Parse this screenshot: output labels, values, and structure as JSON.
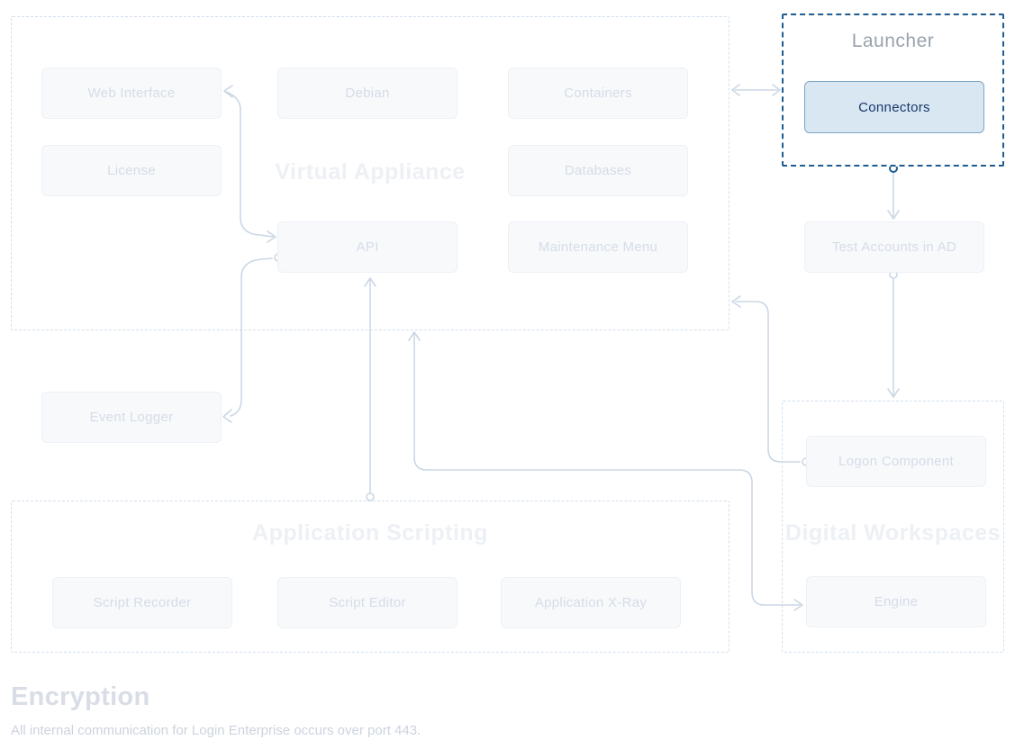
{
  "diagram": {
    "groups": {
      "virtual_appliance": {
        "title": "Virtual Appliance"
      },
      "launcher": {
        "title": "Launcher"
      },
      "application_scripting": {
        "title": "Application Scripting"
      },
      "digital_workspaces": {
        "title": "Digital Workspaces"
      }
    },
    "nodes": {
      "web_interface": {
        "label": "Web Interface"
      },
      "debian": {
        "label": "Debian"
      },
      "containers": {
        "label": "Containers"
      },
      "license": {
        "label": "License"
      },
      "databases": {
        "label": "Databases"
      },
      "api": {
        "label": "API"
      },
      "maintenance_menu": {
        "label": "Maintenance Menu"
      },
      "connectors": {
        "label": "Connectors"
      },
      "test_accounts": {
        "label": "Test Accounts in AD"
      },
      "event_logger": {
        "label": "Event Logger"
      },
      "logon_component": {
        "label": "Logon Component"
      },
      "engine": {
        "label": "Engine"
      },
      "script_recorder": {
        "label": "Script Recorder"
      },
      "script_editor": {
        "label": "Script Editor"
      },
      "application_xray": {
        "label": "Application X-Ray"
      }
    },
    "footer": {
      "heading": "Encryption",
      "body": "All internal communication for Login Enterprise occurs over port 443."
    },
    "colors": {
      "background": "#ffffff",
      "faded_fill": "#f7f9fb",
      "faded_border": "#edf1f6",
      "faded_text": "#d6dde7",
      "group_dash": "#d3dfec",
      "group_title": "#edf0f4",
      "line": "#cbd7e5",
      "highlight_border": "#1e5c91",
      "highlight_fill": "#d9e7f2",
      "highlight_box_border": "#7ea6c4",
      "highlight_text": "#16386b",
      "launcher_title": "#99a2ac",
      "footer_heading": "#d8dde6",
      "footer_text": "#ccd3de"
    }
  }
}
